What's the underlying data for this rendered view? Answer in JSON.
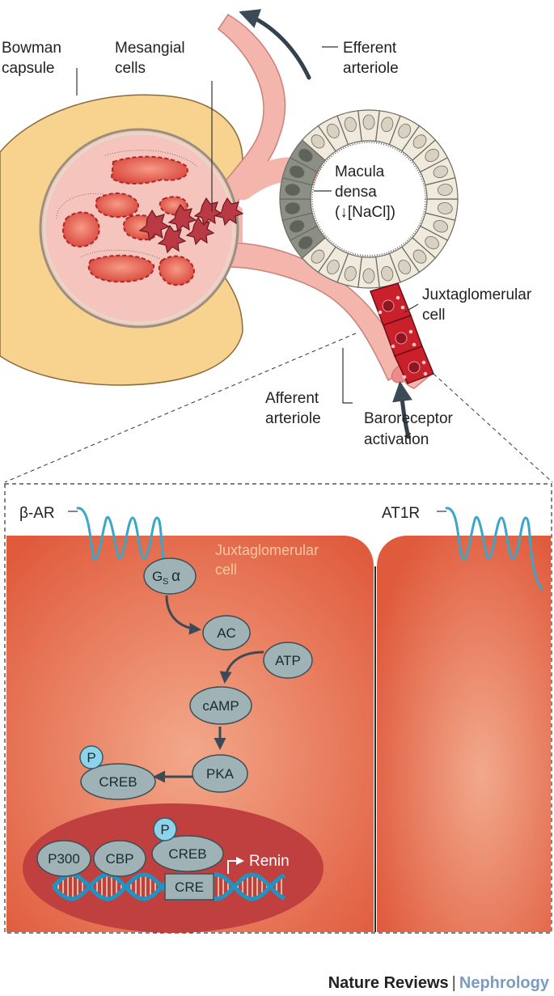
{
  "labels": {
    "bowman_line1": "Bowman",
    "bowman_line2": "capsule",
    "mesangial_line1": "Mesangial",
    "mesangial_line2": "cells",
    "efferent_line1": "Efferent",
    "efferent_line2": "arteriole",
    "macula_line1": "Macula",
    "macula_line2": "densa",
    "macula_line3": "(↓[NaCl])",
    "jg_line1": "Juxtaglomerular",
    "jg_line2": "cell",
    "afferent_line1": "Afferent",
    "afferent_line2": "arteriole",
    "baro_line1": "Baroreceptor",
    "baro_line2": "activation"
  },
  "inset": {
    "beta_ar": "β-AR",
    "at1r": "AT1R",
    "cell_line1": "Juxtaglomerular",
    "cell_line2": "cell"
  },
  "pathway": {
    "gs_main": "G",
    "gs_sub": "S",
    "gs_alpha": "α",
    "ac": "AC",
    "atp": "ATP",
    "camp": "cAMP",
    "pka": "PKA",
    "creb": "CREB",
    "p": "P"
  },
  "nucleus": {
    "p300": "P300",
    "cbp": "CBP",
    "creb": "CREB",
    "p": "P",
    "cre": "CRE",
    "renin": "Renin"
  },
  "credit": {
    "journal": "Nature Reviews",
    "separator": "|",
    "subject": "Nephrology"
  },
  "colors": {
    "capsule": "#f7d38f",
    "glomerulus": "#f5c4bd",
    "vessel": "#f4b5ac",
    "capillary": "#d8463b",
    "jg_cell": "#c9202b",
    "cell_fill": "#e2573f",
    "nucleus": "#c0403f",
    "node": "#9fb3b6",
    "receptor": "#3aa6c8",
    "dna": "#1e94c5"
  }
}
